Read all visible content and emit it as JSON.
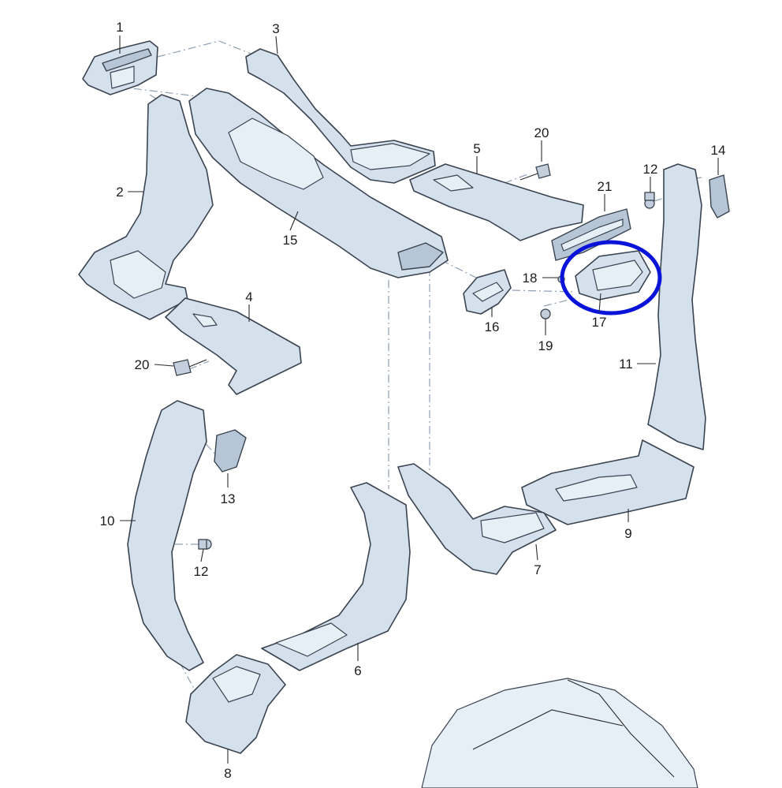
{
  "callouts": [
    {
      "id": "1",
      "label": "1"
    },
    {
      "id": "2",
      "label": "2"
    },
    {
      "id": "3",
      "label": "3"
    },
    {
      "id": "4",
      "label": "4"
    },
    {
      "id": "5",
      "label": "5"
    },
    {
      "id": "6",
      "label": "6"
    },
    {
      "id": "7",
      "label": "7"
    },
    {
      "id": "8",
      "label": "8"
    },
    {
      "id": "9",
      "label": "9"
    },
    {
      "id": "10",
      "label": "10"
    },
    {
      "id": "11",
      "label": "11"
    },
    {
      "id": "12a",
      "label": "12"
    },
    {
      "id": "12b",
      "label": "12"
    },
    {
      "id": "13",
      "label": "13"
    },
    {
      "id": "14",
      "label": "14"
    },
    {
      "id": "15",
      "label": "15"
    },
    {
      "id": "16",
      "label": "16"
    },
    {
      "id": "17",
      "label": "17"
    },
    {
      "id": "18",
      "label": "18"
    },
    {
      "id": "19",
      "label": "19"
    },
    {
      "id": "20a",
      "label": "20"
    },
    {
      "id": "20b",
      "label": "20"
    },
    {
      "id": "21",
      "label": "21"
    }
  ],
  "highlight": {
    "target": "17",
    "color": "#0a14d8"
  }
}
